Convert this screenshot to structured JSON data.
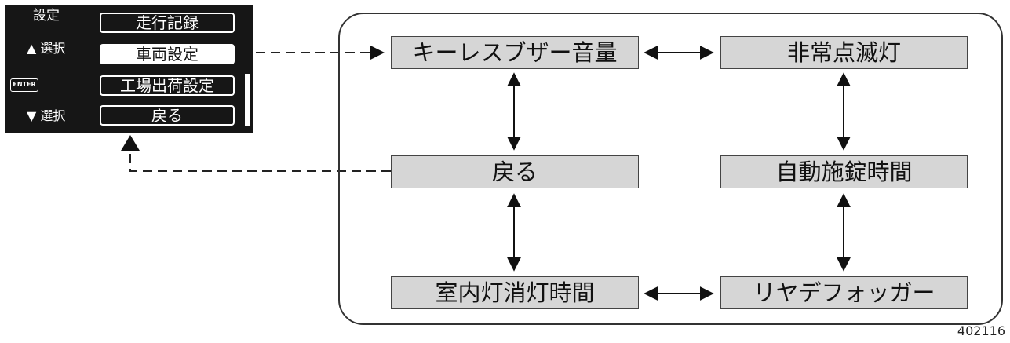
{
  "lcd": {
    "title": "設定",
    "up_select": "▲ 選択",
    "enter": "ENTER",
    "down_select": "▼ 選択",
    "menu": [
      "走行記録",
      "車両設定",
      "工場出荷設定",
      "戻る"
    ],
    "selected_index": 1
  },
  "diagram": {
    "keyless_buzzer": "キーレスブザー音量",
    "hazard_lamp": "非常点滅灯",
    "back": "戻る",
    "auto_lock_time": "自動施錠時間",
    "room_lamp_off_time": "室内灯消灯時間",
    "rear_defogger": "リヤデフォッガー"
  },
  "figure_code": "402116"
}
